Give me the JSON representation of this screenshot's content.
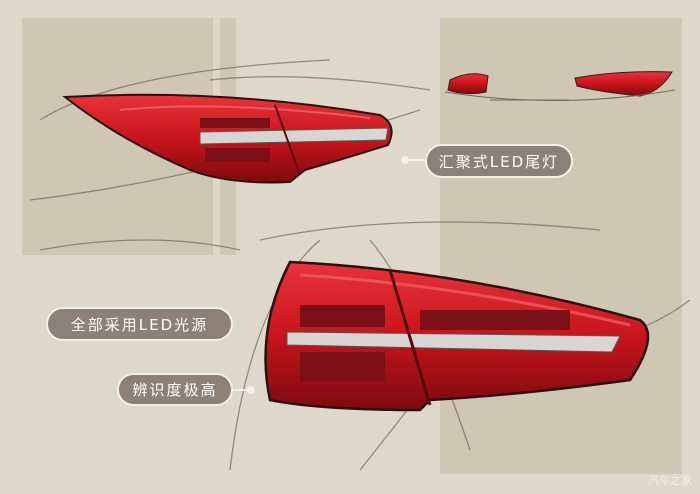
{
  "labels": {
    "converging": "汇聚式LED尾灯",
    "all_led": "全部采用LED光源",
    "recognition": "辨识度极高"
  },
  "watermark": "汽车之家",
  "colors": {
    "background": "#ddd8c9",
    "panel": "#cdc7b4",
    "lamp_red": "#c8141b",
    "pill": "#8d8077"
  }
}
